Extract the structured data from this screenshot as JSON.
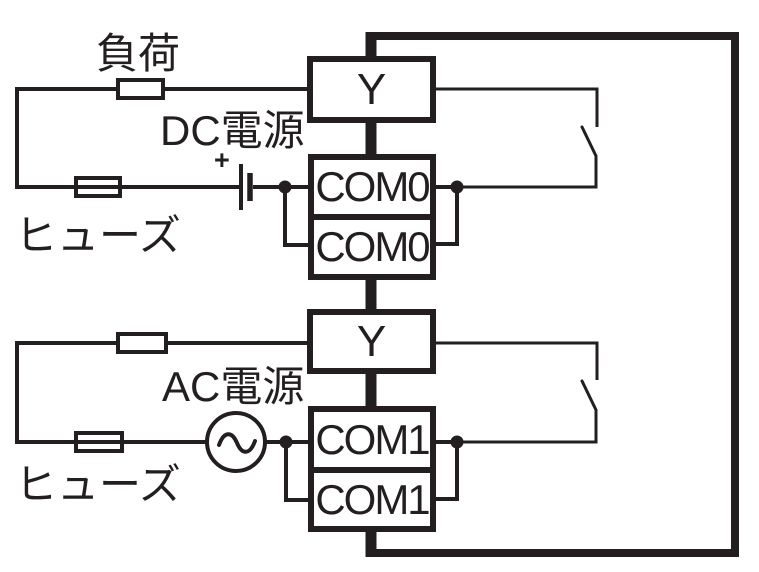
{
  "colors": {
    "ink": "#231f20",
    "background": "#ffffff"
  },
  "diagram": {
    "left_labels": {
      "load": "負荷",
      "dc_supply": "DC電源",
      "battery_plus": "+",
      "dc_fuse": "ヒューズ",
      "ac_supply": "AC電源",
      "ac_fuse": "ヒューズ"
    },
    "terminals": {
      "dc_output": "Y",
      "com0_upper": "COM0",
      "com0_lower": "COM0",
      "ac_output": "Y",
      "com1_upper": "COM1",
      "com1_lower": "COM1"
    }
  }
}
